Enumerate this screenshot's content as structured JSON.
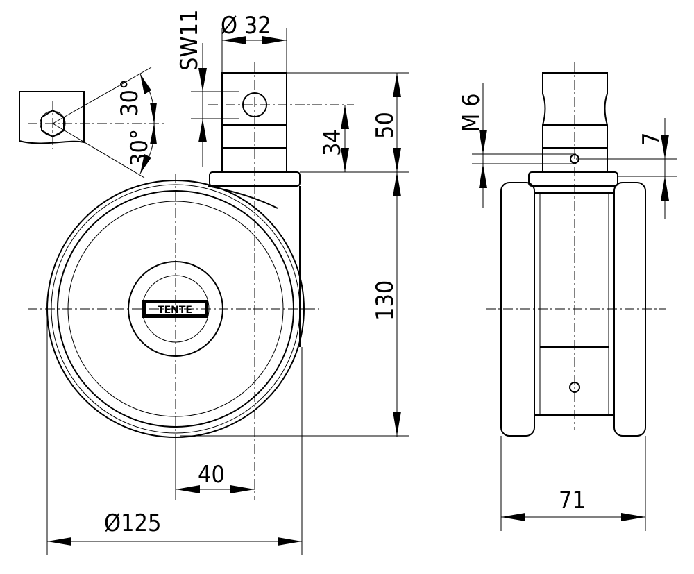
{
  "drawing": {
    "dimensions": {
      "stem_diameter": "Ø 32",
      "wrench_size": "SW11",
      "angle_top": "30°",
      "angle_bottom": "30°",
      "stem_height": "50",
      "hole_height": "34",
      "overall_height": "130",
      "offset": "40",
      "wheel_diameter": "Ø125",
      "thread": "M 6",
      "thread_offset": "7",
      "width": "71"
    },
    "logo_text": "TENTE"
  }
}
